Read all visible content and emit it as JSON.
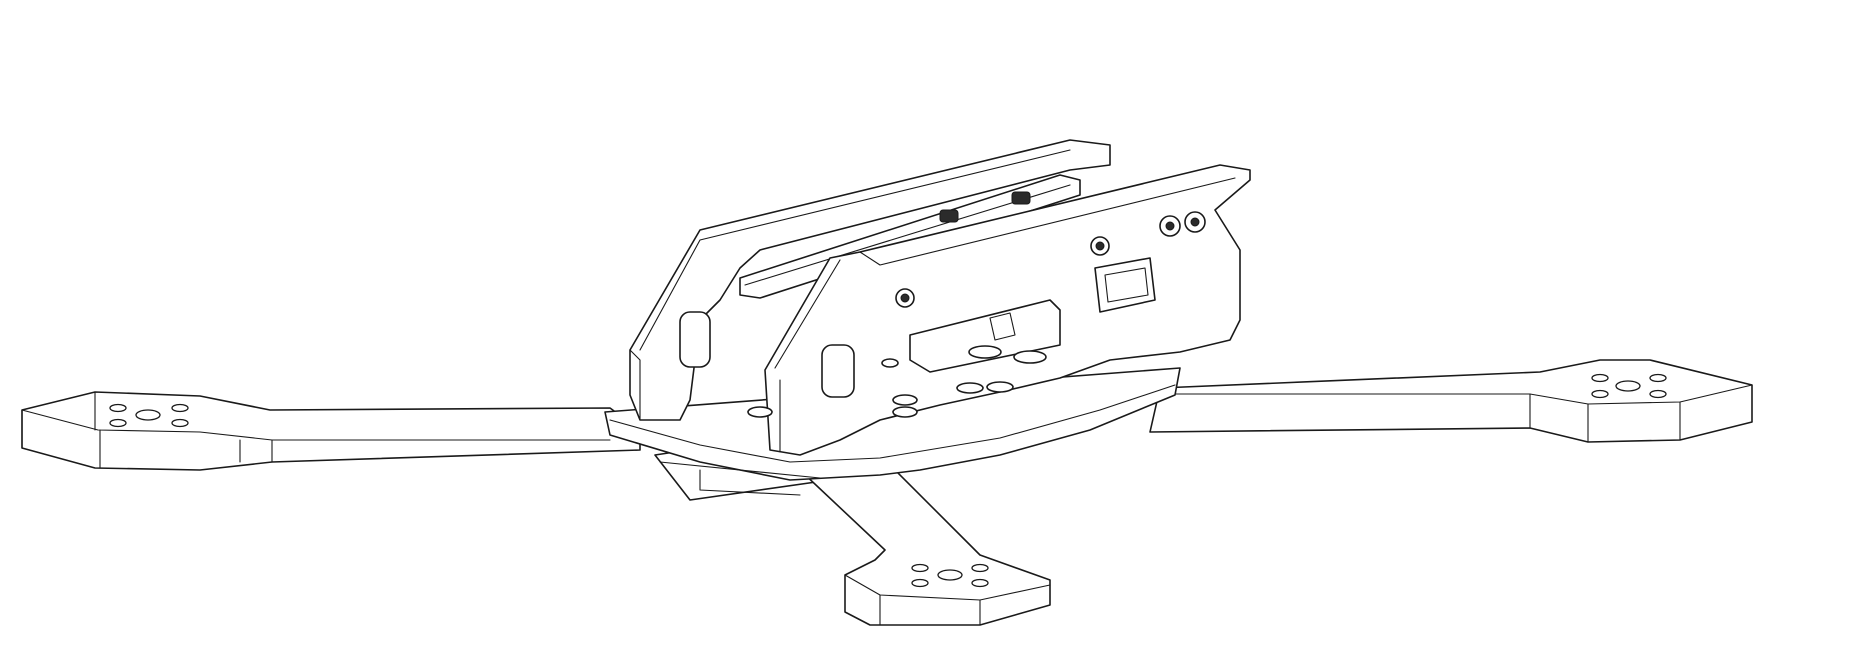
{
  "drawing": {
    "subject": "quadcopter-frame-line-drawing",
    "line_color": "#1a1a1a",
    "background": "#ffffff",
    "parts": [
      "left-arm",
      "right-arm",
      "front-arm",
      "rear-arm",
      "bottom-plate",
      "left-side-plate",
      "right-side-plate",
      "camera-mount-bar",
      "standoffs",
      "screws"
    ]
  }
}
